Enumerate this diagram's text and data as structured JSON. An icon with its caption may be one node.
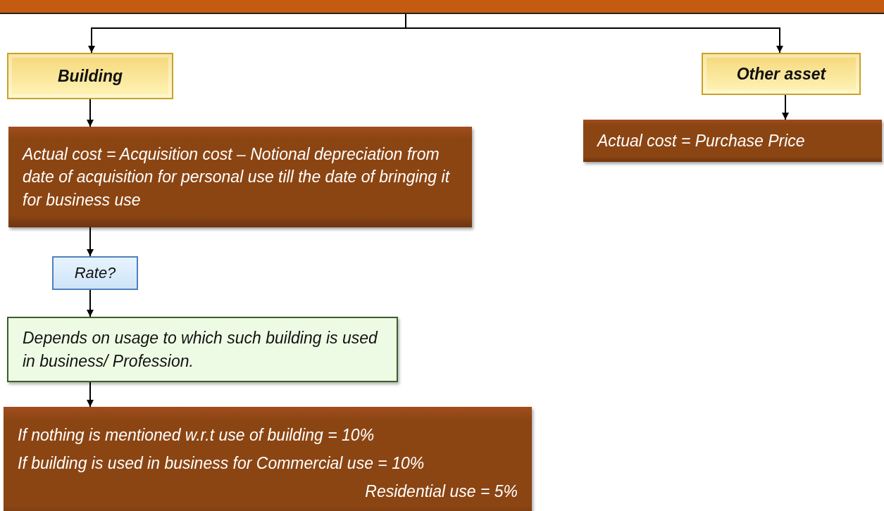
{
  "diagram": {
    "nodes": [
      {
        "text": [],
        "shape": "bar"
      },
      {
        "text": [
          "Building"
        ]
      },
      {
        "text": [
          "Other asset"
        ]
      },
      {
        "text": [
          "Actual cost = Acquisition cost – Notional depreciation from date of acquisition for personal use till the date of bringing it for business use"
        ]
      },
      {
        "text": [
          "Actual cost = Purchase Price"
        ]
      },
      {
        "text": [
          "Rate?"
        ]
      },
      {
        "text": [
          "Depends on usage to which such building is used in business/ Profession."
        ]
      },
      {
        "text": [
          "If nothing is mentioned w.r.t use of building = 10%",
          "If building is used in business for Commercial use = 10%",
          "Residential use = 5%"
        ]
      }
    ],
    "edges": [
      {
        "from": 0,
        "to": 1,
        "arrow": "to"
      },
      {
        "from": 0,
        "to": 2,
        "arrow": "to"
      },
      {
        "from": 1,
        "to": 3,
        "arrow": "to"
      },
      {
        "from": 2,
        "to": 4,
        "arrow": "to"
      },
      {
        "from": 3,
        "to": 5,
        "arrow": "to"
      },
      {
        "from": 5,
        "to": 6,
        "arrow": "to"
      },
      {
        "from": 6,
        "to": 7,
        "arrow": "to"
      }
    ]
  }
}
